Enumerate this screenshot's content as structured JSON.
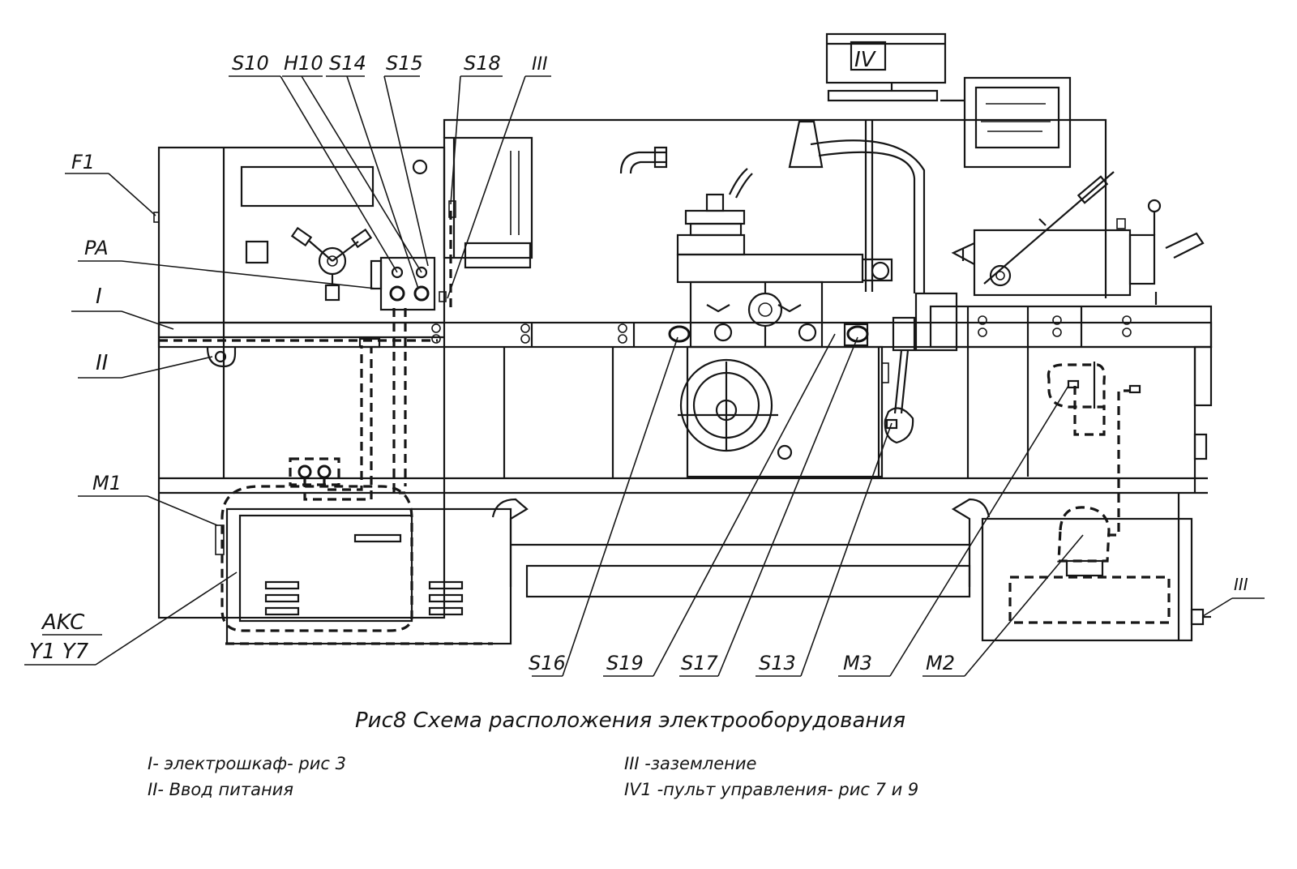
{
  "labels": {
    "S10": "S10",
    "H10": "H10",
    "S14": "S14",
    "S15": "S15",
    "S18": "S18",
    "III_top": "III",
    "IV": "IV",
    "F1": "F1",
    "PA": "PA",
    "I": "I",
    "II": "II",
    "M1": "M1",
    "AKC": "AKC",
    "Y1Y7": "Y1 Y7",
    "S16": "S16",
    "S19": "S19",
    "S17": "S17",
    "S13": "S13",
    "M3": "M3",
    "M2": "M2",
    "III_right": "III"
  },
  "caption": {
    "title": "Рис8 Схема расположения электрооборудования",
    "legend": [
      "I- электрошкаф- рис 3",
      "II- Ввод питания",
      "III -заземление",
      "IV1 -пульт управления- рис 7 и 9"
    ]
  }
}
